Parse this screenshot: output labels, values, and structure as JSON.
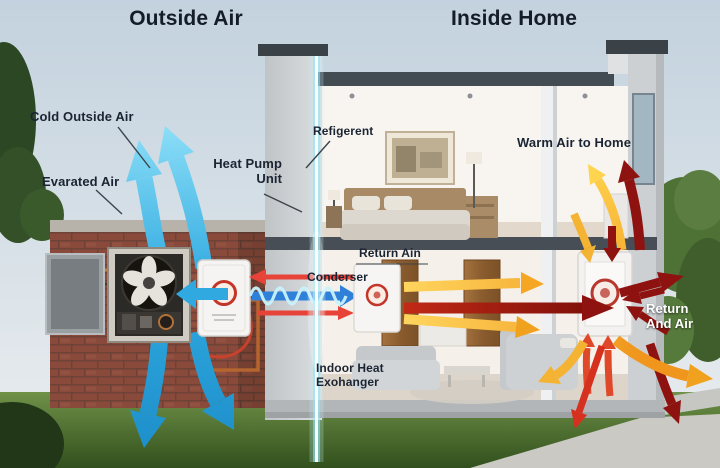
{
  "titles": {
    "outside_air": "Outside Air",
    "inside_home": "Inside Home"
  },
  "labels": {
    "cold_outside_air": "Cold Outside Air",
    "evarated_air": "Evarated Air",
    "heat_pump_unit": "Heat Pump\nUnit",
    "refigerent": "Refigerent",
    "warm_air_to_home": "Warm Air to Home",
    "return_ain": "Return Ain",
    "conderser": "Conderser",
    "indoor_heat_exchanger": "Indoor Heat\nExohanger",
    "return_and_air": "Return\nAnd Air"
  },
  "colors": {
    "cold_air_arrow": "#2fa9e0",
    "warm_air_arrow": "#f5a623",
    "hot_air_arrow": "#8e1310",
    "refrigerant_line_glow": "#9feef9",
    "label_text": "#1b2433",
    "return_air_text": "#ffffff"
  }
}
